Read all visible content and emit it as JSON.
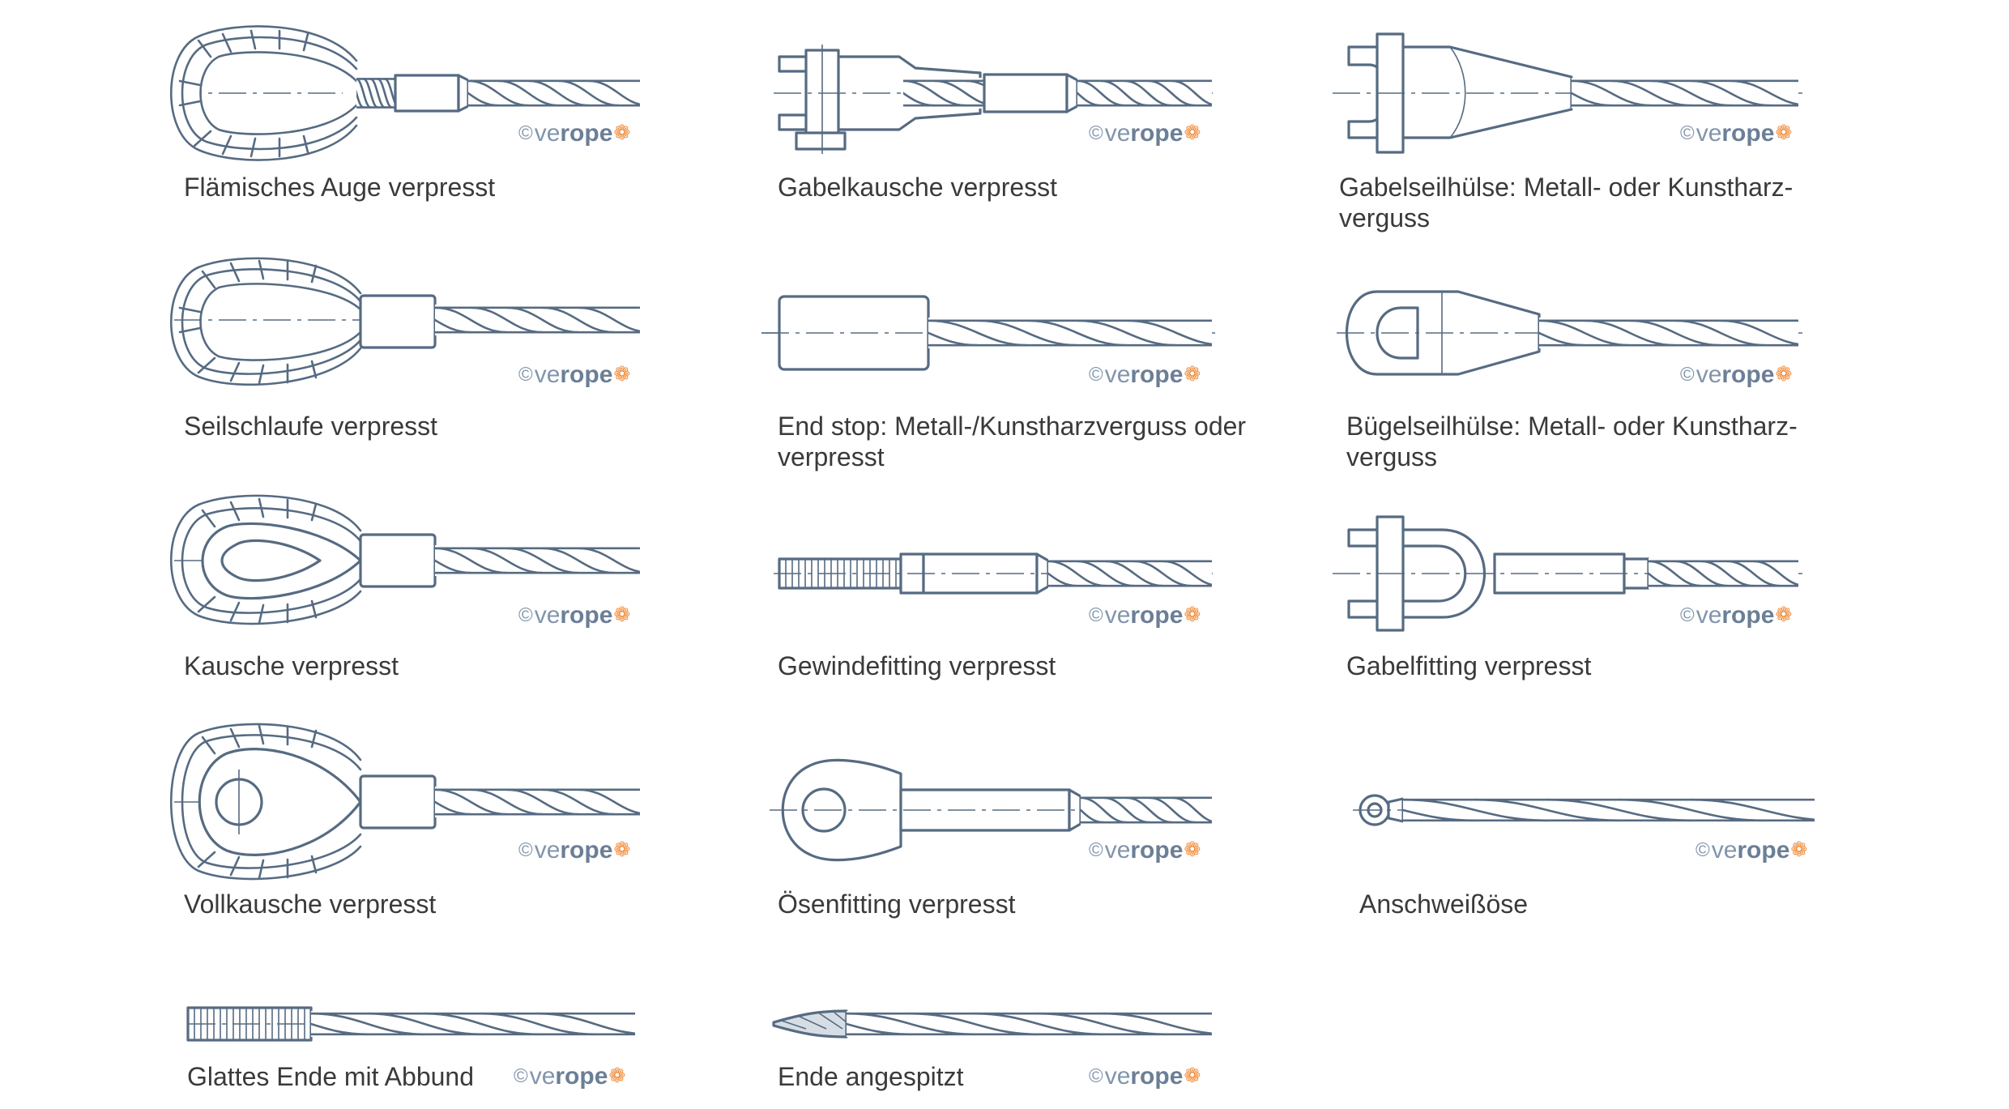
{
  "brand": {
    "copyright": "©",
    "prefix": "ve",
    "name": "rope",
    "mark": "❁",
    "mark_color": "#f08a36",
    "text_color": "#8195ab"
  },
  "colors": {
    "line": "#566b82",
    "text": "#3a3a3a"
  },
  "items": [
    {
      "id": "flaemisches-auge",
      "label": "Flämisches Auge verpresst"
    },
    {
      "id": "gabelkausche",
      "label": "Gabelkausche verpresst"
    },
    {
      "id": "gabelseilhuelse",
      "label": "Gabelseilhülse: Metall- oder Kunstharz-\nverguss"
    },
    {
      "id": "seilschlaufe",
      "label": "Seilschlaufe verpresst"
    },
    {
      "id": "end-stop",
      "label": "End stop: Metall-/Kunstharzverguss oder\nverpresst"
    },
    {
      "id": "buegelseilhuelse",
      "label": "Bügelseilhülse: Metall- oder Kunstharz-\nverguss"
    },
    {
      "id": "kausche",
      "label": "Kausche verpresst"
    },
    {
      "id": "gewindefitting",
      "label": "Gewindefitting verpresst"
    },
    {
      "id": "gabelfitting",
      "label": "Gabelfitting verpresst"
    },
    {
      "id": "vollkausche",
      "label": "Vollkausche verpresst"
    },
    {
      "id": "oesenfitting",
      "label": "Ösenfitting verpresst"
    },
    {
      "id": "anschweissoese",
      "label": "Anschweißöse"
    },
    {
      "id": "glattes-ende",
      "label": "Glattes Ende mit Abbund"
    },
    {
      "id": "ende-angespitzt",
      "label": "Ende angespitzt"
    }
  ]
}
